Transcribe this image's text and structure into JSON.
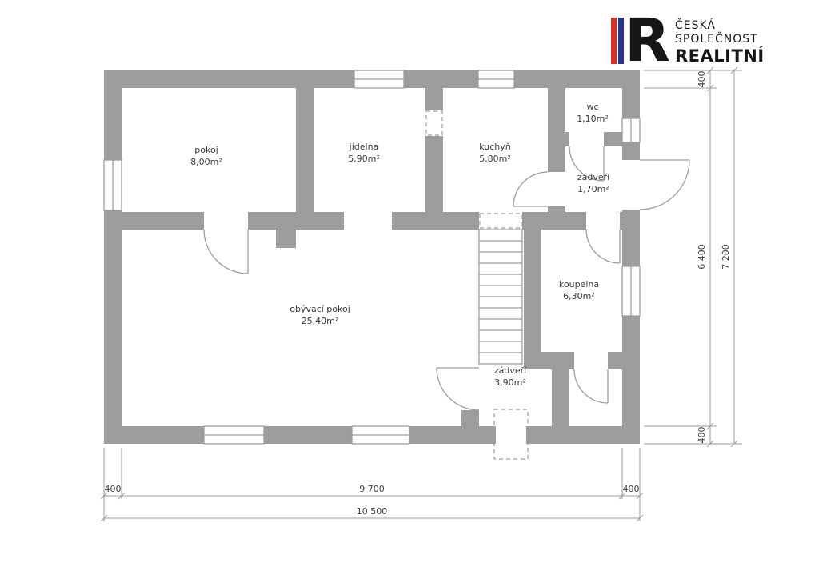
{
  "logo": {
    "letter": "R",
    "line1": "ČESKÁ",
    "line2": "SPOLEČNOST",
    "line3": "REALITNÍ"
  },
  "rooms": [
    {
      "name": "pokoj",
      "area": "8,00m²"
    },
    {
      "name": "jídelna",
      "area": "5,90m²"
    },
    {
      "name": "kuchyň",
      "area": "5,80m²"
    },
    {
      "name": "wc",
      "area": "1,10m²"
    },
    {
      "name": "zádveří",
      "area": "1,70m²"
    },
    {
      "name": "obývací pokoj",
      "area": "25,40m²"
    },
    {
      "name": "koupelna",
      "area": "6,30m²"
    },
    {
      "name": "zádveří",
      "area": "3,90m²"
    }
  ],
  "dimensions": {
    "right_top": "400",
    "right_middle": "6 400",
    "right_bottom": "400",
    "right_total": "7 200",
    "bottom_left": "400",
    "bottom_middle": "9 700",
    "bottom_right": "400",
    "bottom_total": "10 500"
  },
  "colors": {
    "wall_gray": "#9d9d9d",
    "logo_red": "#d62f26",
    "logo_blue": "#27348b",
    "text_dark": "#161616"
  }
}
